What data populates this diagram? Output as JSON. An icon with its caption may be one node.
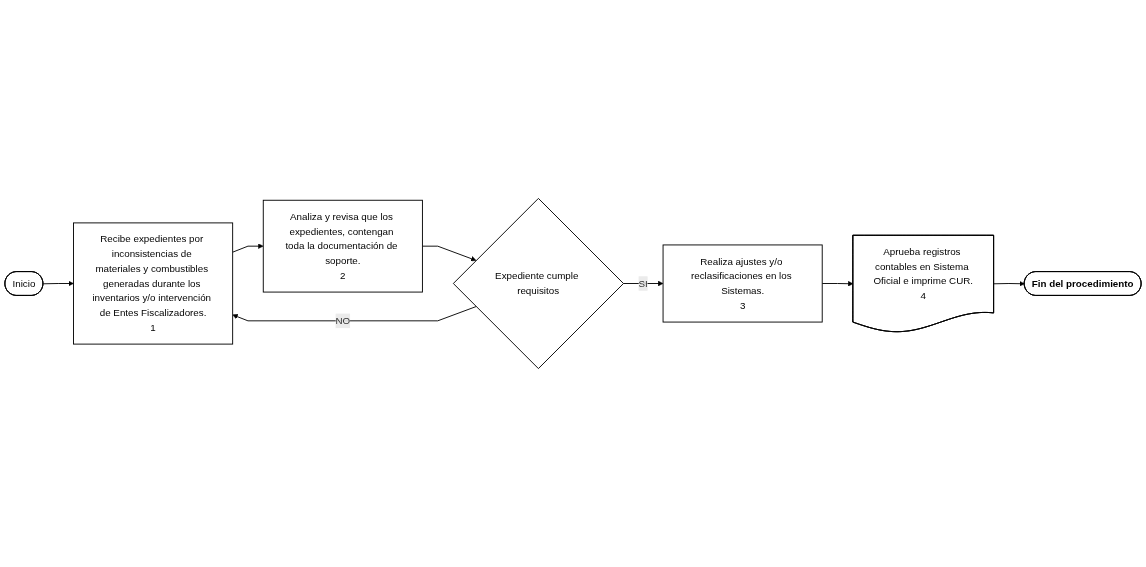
{
  "diagram": {
    "nodes": [
      {
        "text": [
          "Inicio"
        ]
      },
      {
        "text": [
          "Recibe expedientes por inconsistencias de materiales y combustibles generadas durante los inventarios y/o intervención de Entes Fiscalizadores.",
          "1"
        ]
      },
      {
        "text": [
          "Analiza y revisa que los expedientes, contengan toda la documentación de soporte.",
          "2"
        ]
      },
      {
        "text": [
          "Expediente cumple requisitos"
        ]
      },
      {
        "text": [
          "Realiza ajustes y/o reclasificaciones en los Sistemas.",
          "3"
        ]
      },
      {
        "text": [
          "Aprueba registros contables en Sistema Oficial e imprime CUR.",
          "4"
        ]
      },
      {
        "text": [
          "Fin del procedimiento"
        ]
      }
    ],
    "edges": [
      {
        "from": 0,
        "to": 1,
        "arrow": "to"
      },
      {
        "from": 1,
        "to": 2,
        "arrow": "to"
      },
      {
        "from": 2,
        "to": 3,
        "arrow": "to"
      },
      {
        "from": 3,
        "to": 1,
        "arrow": "to",
        "label": "NO"
      },
      {
        "from": 3,
        "to": 4,
        "arrow": "to",
        "label": "SI"
      },
      {
        "from": 4,
        "to": 5,
        "arrow": "to"
      },
      {
        "from": 5,
        "to": 6,
        "arrow": "to"
      }
    ]
  }
}
